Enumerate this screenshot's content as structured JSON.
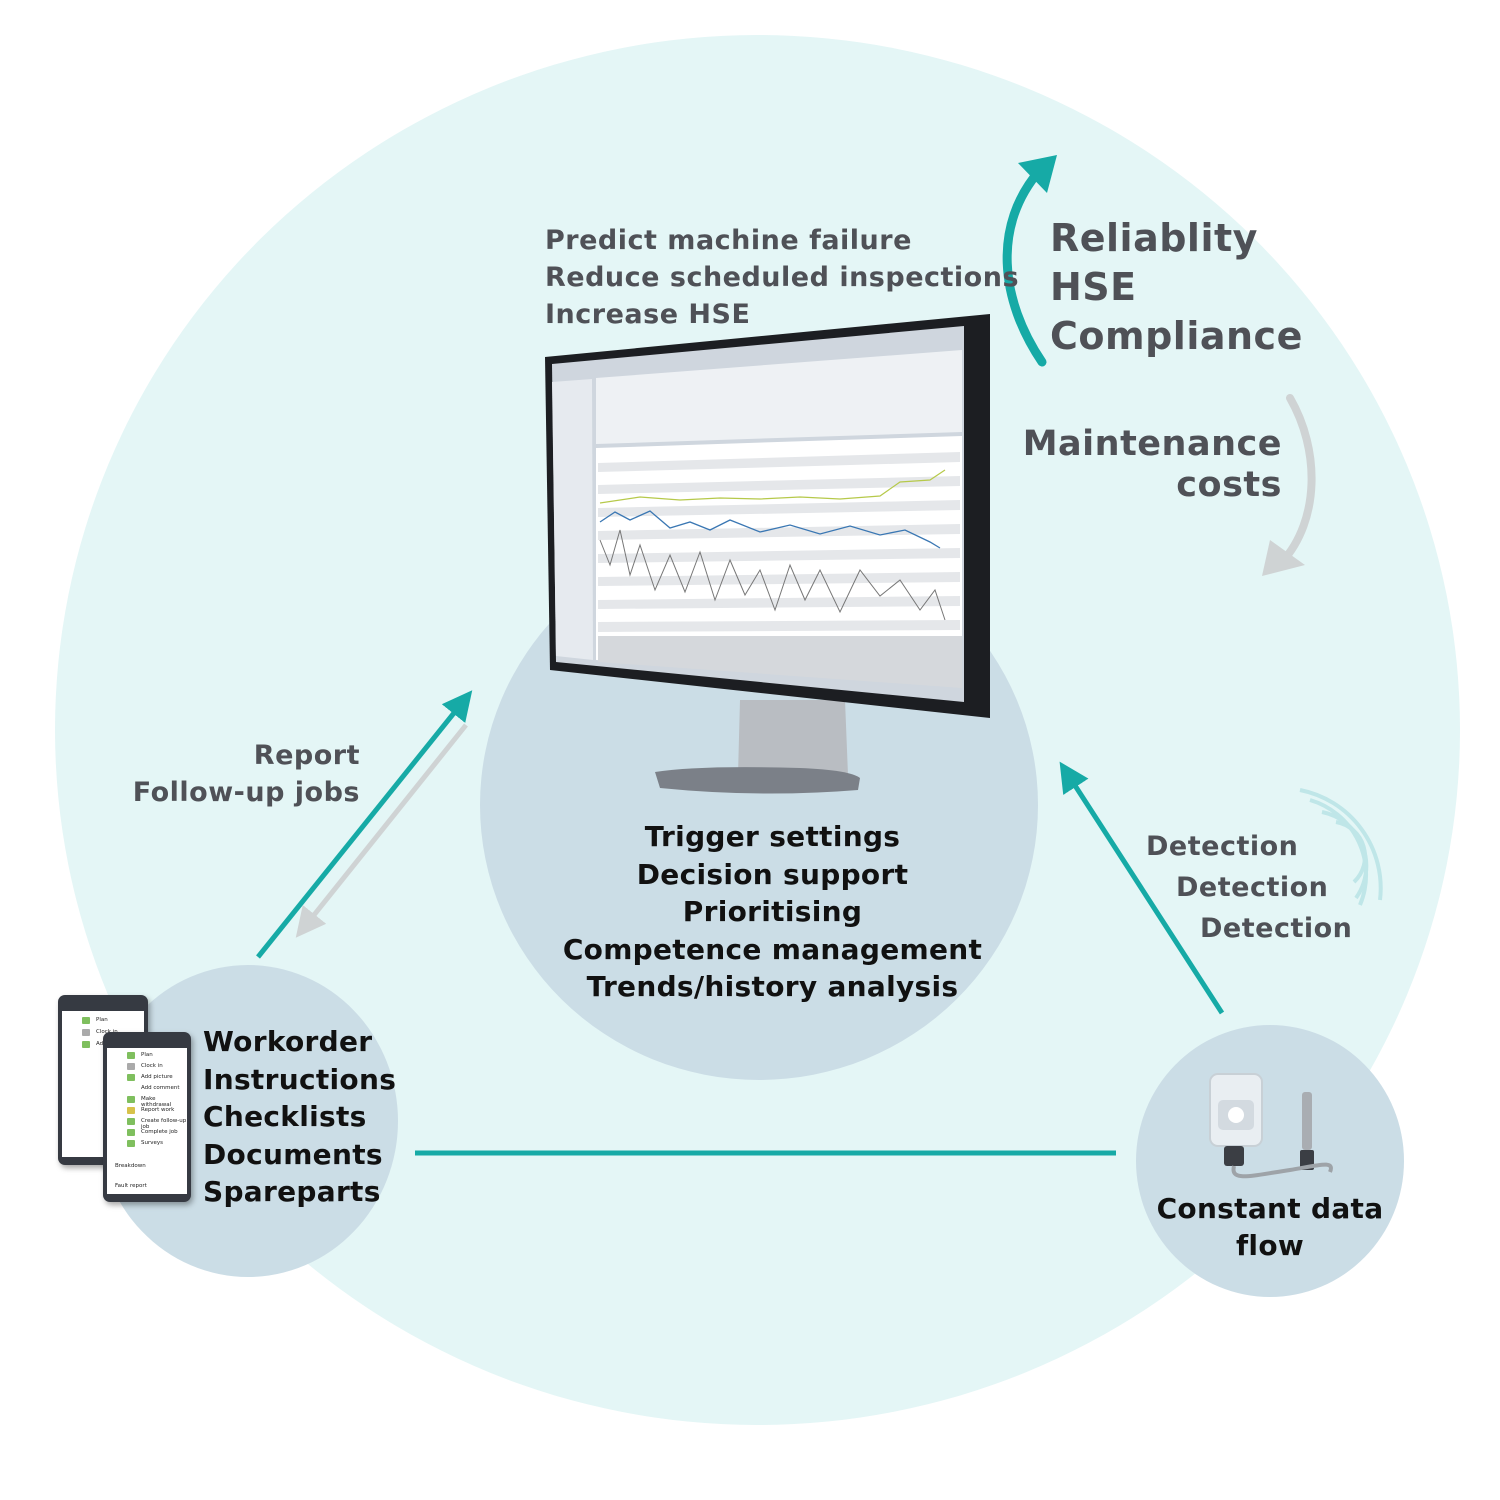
{
  "monitor": {
    "intro_lines": [
      "Predict machine failure",
      "Reduce scheduled inspections",
      "Increase HSE"
    ],
    "features": [
      "Trigger settings",
      "Decision support",
      "Prioritising",
      "Competence management",
      "Trends/history analysis"
    ]
  },
  "benefits": {
    "up_items": [
      "Reliablity",
      "HSE",
      "Compliance"
    ],
    "down_lines": [
      "Maintenance",
      "costs"
    ],
    "up_arrow_color": "#16aaa6",
    "down_arrow_color": "#cfd3d4"
  },
  "mobile": {
    "arrow_labels": [
      "Report",
      "Follow-up jobs"
    ],
    "items": [
      "Workorder",
      "Instructions",
      "Checklists",
      "Documents",
      "Spareparts"
    ],
    "phone_menu": [
      "Plan",
      "Clock in",
      "Add picture",
      "Add comment",
      "Make withdrawal",
      "Report work",
      "Create follow-up job",
      "Complete job",
      "Surveys"
    ],
    "phone_footer": [
      "Breakdown",
      "Fault report"
    ]
  },
  "sensor": {
    "detections": [
      "Detection",
      "Detection",
      "Detection"
    ],
    "label_lines": [
      "Constant data",
      "flow"
    ]
  },
  "colors": {
    "background_circle": "#e4f6f6",
    "node_circle": "#cbdde6",
    "teal_arrow": "#16aaa6",
    "grey_arrow": "#cfd3d4"
  }
}
